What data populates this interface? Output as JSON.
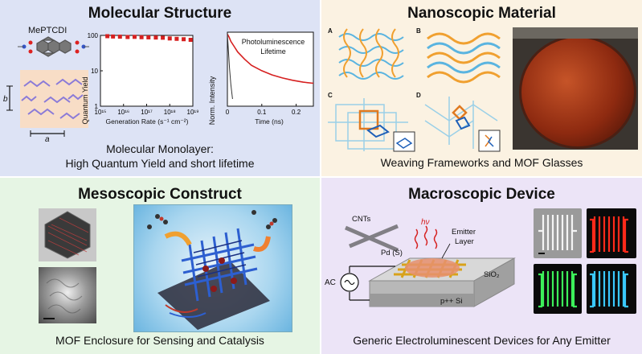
{
  "panels": {
    "molecular": {
      "title": "Molecular Structure",
      "molecule_label": "MePTCDI",
      "axis_a": "a",
      "axis_b": "b",
      "caption_line1": "Molecular Monolayer:",
      "caption_line2": "High Quantum Yield and short lifetime"
    },
    "nanoscopic": {
      "title": "Nanoscopic Material",
      "sub_a": "A",
      "sub_b": "B",
      "sub_c": "C",
      "sub_d": "D",
      "caption": "Weaving Frameworks and MOF Glasses"
    },
    "mesoscopic": {
      "title": "Mesoscopic Construct",
      "caption": "MOF Enclosure for Sensing and Catalysis"
    },
    "macroscopic": {
      "title": "Macroscopic Device",
      "label_cnts": "CNTs",
      "label_hv": "hν",
      "label_emitter": "Emitter",
      "label_layer": "Layer",
      "label_pd": "Pd (S)",
      "label_ac": "AC",
      "label_sio2": "SiO₂",
      "label_si": "p++ Si",
      "caption": "Generic Electroluminescent Devices for Any Emitter"
    }
  },
  "chart_data": [
    {
      "type": "scatter",
      "ylabel": "Quantum Yield",
      "xlabel": "Generation Rate (s⁻¹ cm⁻²)",
      "x_scale": "log",
      "y_scale": "log",
      "xlim": [
        1000000000000000.0,
        1e+19
      ],
      "ylim": [
        1,
        100
      ],
      "x_tick_labels": [
        "10¹⁵",
        "10¹⁶",
        "10¹⁷",
        "10¹⁸",
        "10¹⁹"
      ],
      "y_tick_labels": [
        "1",
        "10",
        "100"
      ],
      "series": [
        {
          "color": "#d62020",
          "x": [
            2000000000000000.0,
            3500000000000000.0,
            7000000000000000.0,
            1.5e+16,
            3e+16,
            6e+16,
            1.2e+17,
            2.5e+17,
            5e+17,
            1e+18,
            2e+18,
            4e+18,
            8e+18
          ],
          "y": [
            95,
            93,
            92,
            90,
            91,
            89,
            88,
            87,
            86,
            82,
            80,
            78,
            75
          ]
        }
      ]
    },
    {
      "type": "line",
      "title": "Photoluminescence Lifetime",
      "ylabel": "Norm. Intensity",
      "xlabel": "Time (ns)",
      "y_scale": "log",
      "xlim": [
        0,
        0.25
      ],
      "x_tick_labels": [
        "0",
        "0.1",
        "0.2"
      ],
      "series": [
        {
          "color": "#d62020",
          "x": [
            0.0,
            0.005,
            0.01,
            0.02,
            0.03,
            0.05,
            0.07,
            0.1,
            0.13,
            0.16,
            0.19,
            0.22,
            0.25
          ],
          "y": [
            1.0,
            0.75,
            0.5,
            0.3,
            0.18,
            0.09,
            0.05,
            0.03,
            0.02,
            0.015,
            0.012,
            0.01,
            0.009
          ]
        },
        {
          "color": "#333333",
          "x": [
            0.0,
            0.003,
            0.006,
            0.01,
            0.015
          ],
          "y": [
            1.0,
            0.2,
            0.04,
            0.008,
            0.002
          ]
        }
      ]
    }
  ]
}
